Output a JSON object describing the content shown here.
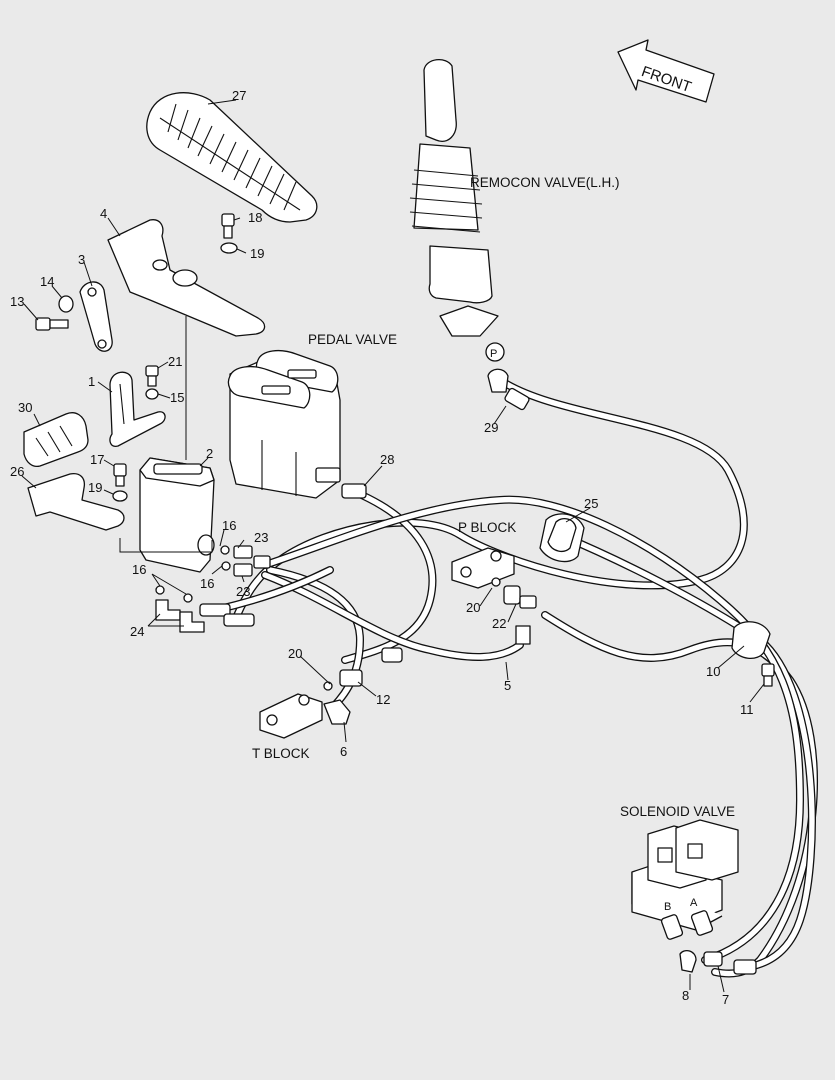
{
  "captions": {
    "front": "FRONT",
    "remocon_valve": "REMOCON VALVE(L.H.)",
    "pedal_valve": "PEDAL VALVE",
    "p_block": "P BLOCK",
    "t_block": "T BLOCK",
    "solenoid_valve": "SOLENOID VALVE",
    "port_p": "P",
    "port_a": "A",
    "port_b": "B"
  },
  "callouts": {
    "c1": "1",
    "c2": "2",
    "c3": "3",
    "c4": "4",
    "c5": "5",
    "c6": "6",
    "c7": "7",
    "c8": "8",
    "c10": "10",
    "c11": "11",
    "c12": "12",
    "c13": "13",
    "c14": "14",
    "c15": "15",
    "c16a": "16",
    "c16b": "16",
    "c16c": "16",
    "c17": "17",
    "c18": "18",
    "c19a": "19",
    "c19b": "19",
    "c20a": "20",
    "c20b": "20",
    "c21": "21",
    "c22": "22",
    "c23a": "23",
    "c23b": "23",
    "c24": "24",
    "c25": "25",
    "c26": "26",
    "c27": "27",
    "c28": "28",
    "c29": "29",
    "c30": "30"
  }
}
